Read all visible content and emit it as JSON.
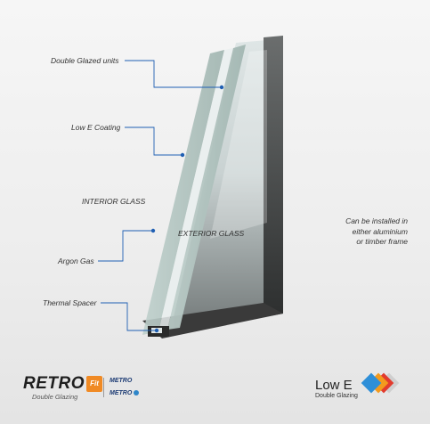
{
  "labels": {
    "double_glazed": "Double Glazed units",
    "low_e_coating": "Low E Coating",
    "interior_glass": "INTERIOR GLASS",
    "exterior_glass": "EXTERIOR GLASS",
    "argon_gas": "Argon Gas",
    "thermal_spacer": "Thermal Spacer"
  },
  "note": {
    "line1": "Can be installed in",
    "line2": "either aluminium",
    "line3": "or timber frame"
  },
  "branding": {
    "retro": "RETRO",
    "fit": "Fit",
    "retro_sub": "Double Glazing",
    "metro_top": "METRO",
    "metro_bottom": "METRO",
    "lowe_title": "Low E",
    "lowe_sub": "Double Glazing"
  },
  "colors": {
    "accent_blue": "#1f5fb3",
    "fit_orange": "#f08a24",
    "frame_dark": "#3a3a3a"
  }
}
